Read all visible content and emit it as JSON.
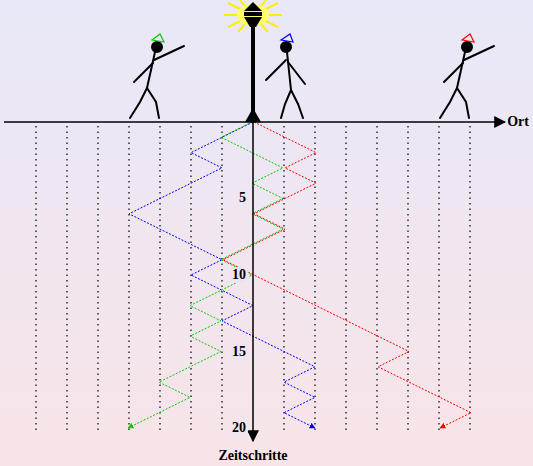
{
  "diagram": {
    "labels": [
      "Ort",
      "5",
      "10",
      "15",
      "20",
      "Zeitschritte"
    ]
  }
}
